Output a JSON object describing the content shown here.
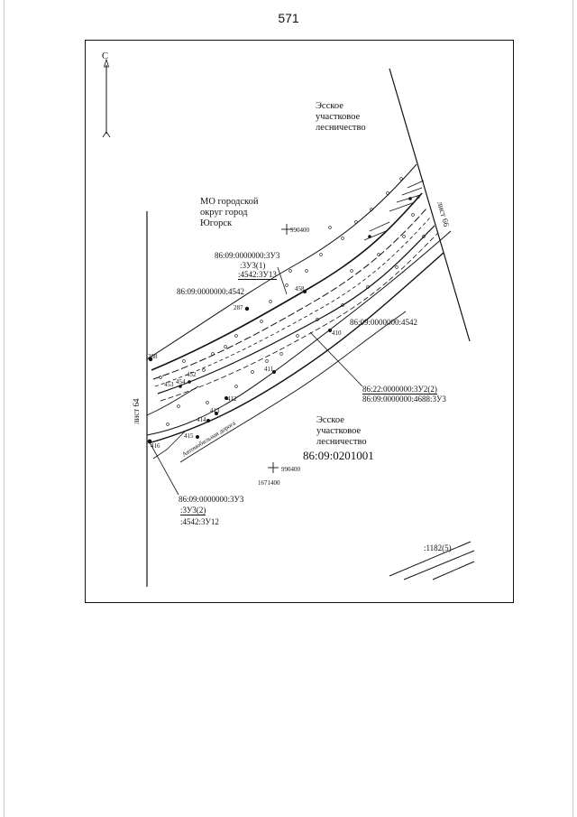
{
  "page_number": "571",
  "north_label": "С",
  "areas": {
    "forest_top": [
      "Эсское",
      "участковое",
      "лесничество"
    ],
    "forest_bottom": [
      "Эсское",
      "участковое",
      "лесничество"
    ],
    "municipal": [
      "МО городской",
      "округ город",
      "Югорск"
    ]
  },
  "sheet_refs": {
    "left": "лист 64",
    "right": "лист 66"
  },
  "parcels": {
    "top_block": [
      "86:09:0000000:3У3",
      ":3У3(1)",
      ":4542:3У13"
    ],
    "left_parcel": "86:09:0000000:4542",
    "right_parcel": "86:09:0000000:4542",
    "right_block": [
      "86:22:0000000:3У2(2)",
      "86:09:0000000:4688:3У3"
    ],
    "bottom_block": [
      "86:09:0000000:3У3",
      ":3У3(2)",
      ":4542:3У12"
    ],
    "quarter": "86:09:0201001",
    "corner_ref": ":1182(5)"
  },
  "coords": {
    "grid_top": "990400",
    "grid_bottom_x": "990400",
    "grid_bottom_y": "1671400"
  },
  "points": [
    "287",
    "288",
    "458",
    "410",
    "411",
    "412",
    "413",
    "414",
    "415",
    "416",
    "452",
    "453",
    "454"
  ],
  "road_label": "Автомобильная дорога"
}
